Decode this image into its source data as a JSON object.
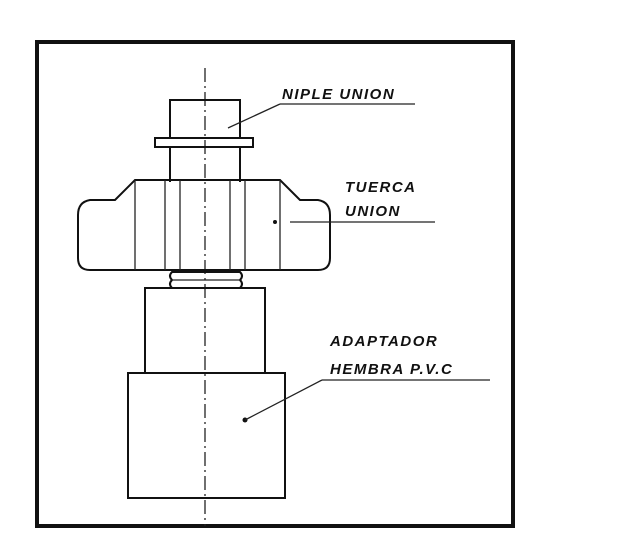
{
  "labels": {
    "niple": "NIPLE UNION",
    "tuerca_1": "TUERCA",
    "tuerca_2": "UNION",
    "adaptador_1": "ADAPTADOR",
    "adaptador_2": "HEMBRA P.V.C"
  }
}
